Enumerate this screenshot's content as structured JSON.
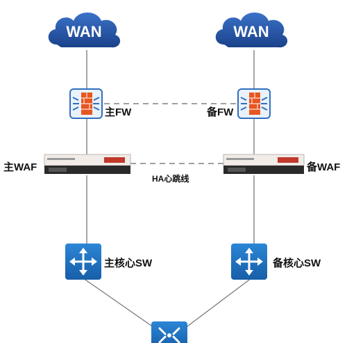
{
  "nodes": {
    "wan_left": {
      "label": "WAN"
    },
    "wan_right": {
      "label": "WAN"
    },
    "fw_primary": {
      "label": "主FW"
    },
    "fw_backup": {
      "label": "备FW"
    },
    "waf_primary": {
      "label": "主WAF"
    },
    "waf_backup": {
      "label": "备WAF"
    },
    "core_sw_primary": {
      "label": "主核心SW"
    },
    "core_sw_backup": {
      "label": "备核心SW"
    }
  },
  "links": {
    "ha_link": {
      "label": "HA心跳线"
    }
  },
  "colors": {
    "cloud": "#1f4e9e",
    "cloud_light": "#3b73c9",
    "switch": "#1d6fc0",
    "firewall_frame": "#2f6fbf",
    "firewall_core": "#e8561f",
    "line": "#777777",
    "dash": "#666666",
    "waf_body": "#f1ece8",
    "waf_front": "#2a2a2a",
    "waf_accent": "#c0392b"
  }
}
